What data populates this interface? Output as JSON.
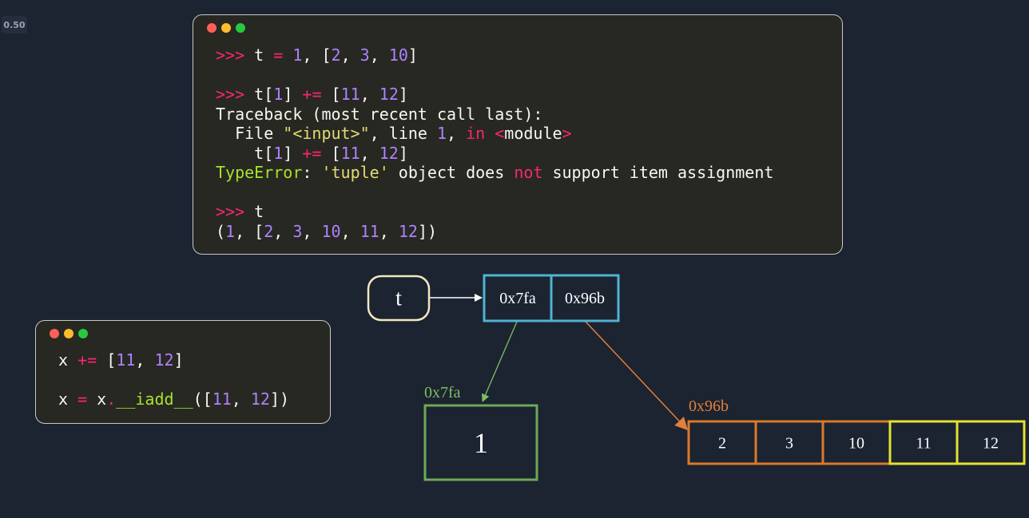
{
  "speed_badge": "0.50",
  "terminal_main": {
    "lines": [
      {
        "tokens": [
          {
            "t": ">>> ",
            "c": "kw"
          },
          {
            "t": "t "
          },
          {
            "t": "=",
            "c": "kw"
          },
          {
            "t": " "
          },
          {
            "t": "1",
            "c": "num"
          },
          {
            "t": ", ["
          },
          {
            "t": "2",
            "c": "num"
          },
          {
            "t": ", "
          },
          {
            "t": "3",
            "c": "num"
          },
          {
            "t": ", "
          },
          {
            "t": "10",
            "c": "num"
          },
          {
            "t": "]"
          }
        ]
      },
      {
        "blank": true
      },
      {
        "tokens": [
          {
            "t": ">>> ",
            "c": "kw"
          },
          {
            "t": "t["
          },
          {
            "t": "1",
            "c": "num"
          },
          {
            "t": "] "
          },
          {
            "t": "+=",
            "c": "kw"
          },
          {
            "t": " ["
          },
          {
            "t": "11",
            "c": "num"
          },
          {
            "t": ", "
          },
          {
            "t": "12",
            "c": "num"
          },
          {
            "t": "]"
          }
        ]
      },
      {
        "tokens": [
          {
            "t": "Traceback (most recent call last):"
          }
        ]
      },
      {
        "tokens": [
          {
            "t": "  File "
          },
          {
            "t": "\"<input>\"",
            "c": "str"
          },
          {
            "t": ", line "
          },
          {
            "t": "1",
            "c": "num"
          },
          {
            "t": ", "
          },
          {
            "t": "in",
            "c": "kw"
          },
          {
            "t": " "
          },
          {
            "t": "<",
            "c": "kw"
          },
          {
            "t": "module"
          },
          {
            "t": ">",
            "c": "kw"
          }
        ]
      },
      {
        "tokens": [
          {
            "t": "    t["
          },
          {
            "t": "1",
            "c": "num"
          },
          {
            "t": "] "
          },
          {
            "t": "+=",
            "c": "kw"
          },
          {
            "t": " ["
          },
          {
            "t": "11",
            "c": "num"
          },
          {
            "t": ", "
          },
          {
            "t": "12",
            "c": "num"
          },
          {
            "t": "]"
          }
        ]
      },
      {
        "tokens": [
          {
            "t": "TypeError",
            "c": "cls"
          },
          {
            "t": ": "
          },
          {
            "t": "'tuple'",
            "c": "str"
          },
          {
            "t": " object does "
          },
          {
            "t": "not",
            "c": "kw"
          },
          {
            "t": " support item assignment"
          }
        ]
      },
      {
        "blank": true
      },
      {
        "tokens": [
          {
            "t": ">>> ",
            "c": "kw"
          },
          {
            "t": "t"
          }
        ]
      },
      {
        "tokens": [
          {
            "t": "("
          },
          {
            "t": "1",
            "c": "num"
          },
          {
            "t": ", ["
          },
          {
            "t": "2",
            "c": "num"
          },
          {
            "t": ", "
          },
          {
            "t": "3",
            "c": "num"
          },
          {
            "t": ", "
          },
          {
            "t": "10",
            "c": "num"
          },
          {
            "t": ", "
          },
          {
            "t": "11",
            "c": "num"
          },
          {
            "t": ", "
          },
          {
            "t": "12",
            "c": "num"
          },
          {
            "t": "])"
          }
        ]
      }
    ]
  },
  "terminal_small": {
    "lines": [
      {
        "tokens": [
          {
            "t": "x "
          },
          {
            "t": "+=",
            "c": "kw"
          },
          {
            "t": " ["
          },
          {
            "t": "11",
            "c": "num"
          },
          {
            "t": ", "
          },
          {
            "t": "12",
            "c": "num"
          },
          {
            "t": "]"
          }
        ]
      },
      {
        "blank": true
      },
      {
        "tokens": [
          {
            "t": "x "
          },
          {
            "t": "=",
            "c": "kw"
          },
          {
            "t": " x"
          },
          {
            "t": ".",
            "c": "kw"
          },
          {
            "t": "__iadd__",
            "c": "cls"
          },
          {
            "t": "(["
          },
          {
            "t": "11",
            "c": "num"
          },
          {
            "t": ", "
          },
          {
            "t": "12",
            "c": "num"
          },
          {
            "t": "])"
          }
        ]
      }
    ]
  },
  "diagram": {
    "var_name": "t",
    "tuple_cells": [
      "0x7fa",
      "0x96b"
    ],
    "int_label": "0x7fa",
    "int_value": "1",
    "list_label": "0x96b",
    "list_items": [
      "2",
      "3",
      "10",
      "11",
      "12"
    ],
    "new_items": [
      "11",
      "12"
    ],
    "colors": {
      "variable": "#f3e8bd",
      "tuple": "#4fb3d2",
      "int": "#6ea956",
      "list": "#d97a2b",
      "added": "#e3e12f",
      "arrow_var": "#ffffff",
      "arrow_int": "#7dbf5f",
      "arrow_list": "#e0803a",
      "text": "#ffffff"
    }
  }
}
